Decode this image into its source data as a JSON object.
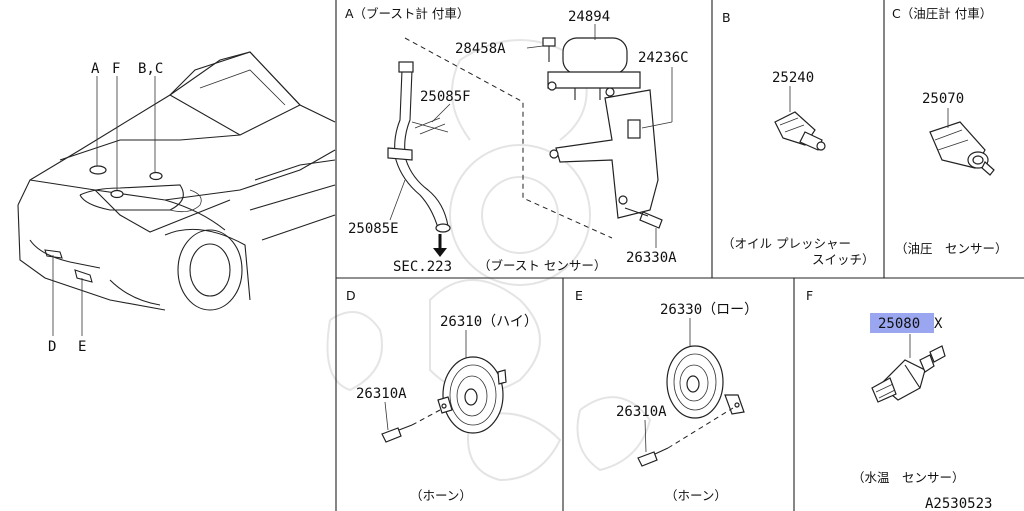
{
  "sections": {
    "A": {
      "title": "A（ブースト計 付車）"
    },
    "B": {
      "title": "B"
    },
    "C": {
      "title": "C（油圧計 付車）"
    },
    "D": {
      "title": "D"
    },
    "E": {
      "title": "E"
    },
    "F": {
      "title": "F"
    }
  },
  "car_labels": {
    "a": "A",
    "f": "F",
    "bc": "B,C",
    "d": "D",
    "e": "E"
  },
  "parts": {
    "p24894": "24894",
    "p28458A": "28458A",
    "p24236C": "24236C",
    "p25085F": "25085F",
    "p25085E": "25085E",
    "p26330A": "26330A",
    "p25240": "25240",
    "p25070": "25070",
    "p26310": "26310（ハイ）",
    "p26310A_d": "26310A",
    "p26330": "26330（ロー）",
    "p26310A_e": "26310A",
    "p25080X_hl": "25080",
    "p25080X_tail": "X"
  },
  "captions": {
    "sec223": "SEC.223",
    "boost_sensor": "（ブースト センサー）",
    "oil_switch_1": "（オイル プレッシャー",
    "oil_switch_2": "スイッチ）",
    "oil_sensor": "（油圧　センサー）",
    "horn_d": "（ホーン）",
    "horn_e": "（ホーン）",
    "water_sensor": "（水温　センサー）",
    "figure_id": "A2530523"
  },
  "colors": {
    "highlight": "#9aa6f0",
    "line": "#222222",
    "watermark": "#cfcfcf"
  }
}
